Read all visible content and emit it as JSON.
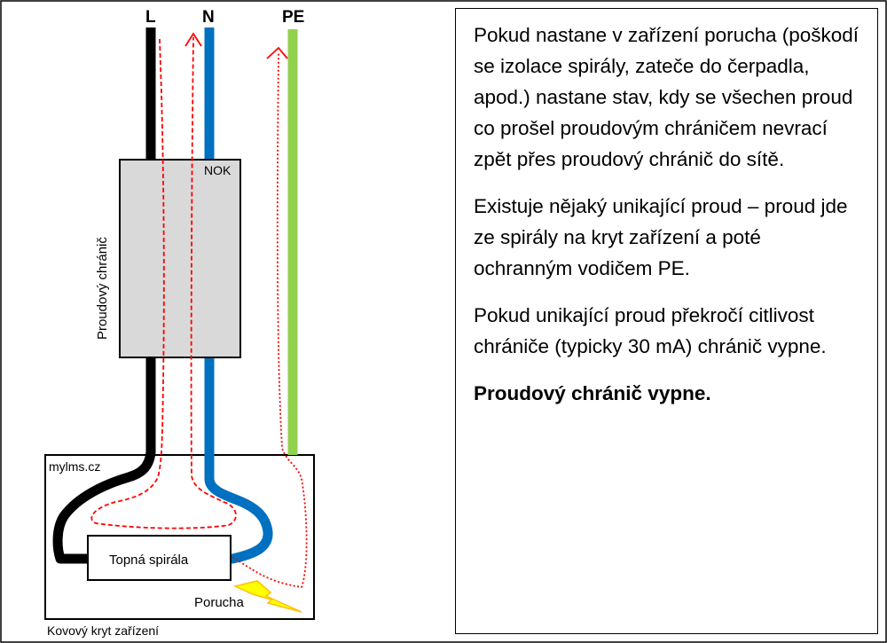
{
  "wires": {
    "L": {
      "label": "L",
      "color": "#000000"
    },
    "N": {
      "label": "N",
      "color": "#0070C0"
    },
    "PE": {
      "label": "PE",
      "color": "#92D050"
    }
  },
  "breaker": {
    "label": "Proudový chránič",
    "status": "NOK",
    "fill": "#D9D9D9"
  },
  "housing": {
    "label": "Kovový kryt zařízení",
    "watermark": "mylms.cz"
  },
  "heater": {
    "label": "Topná spirála"
  },
  "fault": {
    "label": "Porucha",
    "color": "#FFFF00"
  },
  "current_path_color": "#FF0000",
  "explanation": {
    "p1": "Pokud nastane v zařízení porucha (poškodí se izolace spirály, zateče do čerpadla, apod.) nastane stav, kdy se všechen proud co prošel proudovým chráničem nevrací zpět přes proudový chránič do sítě.",
    "p2": "Existuje nějaký unikající proud – proud jde ze spirály na kryt zařízení a poté ochranným vodičem PE.",
    "p3": "Pokud unikající proud překročí citlivost chrániče (typicky 30 mA) chránič vypne.",
    "p4": "Proudový chránič vypne."
  }
}
